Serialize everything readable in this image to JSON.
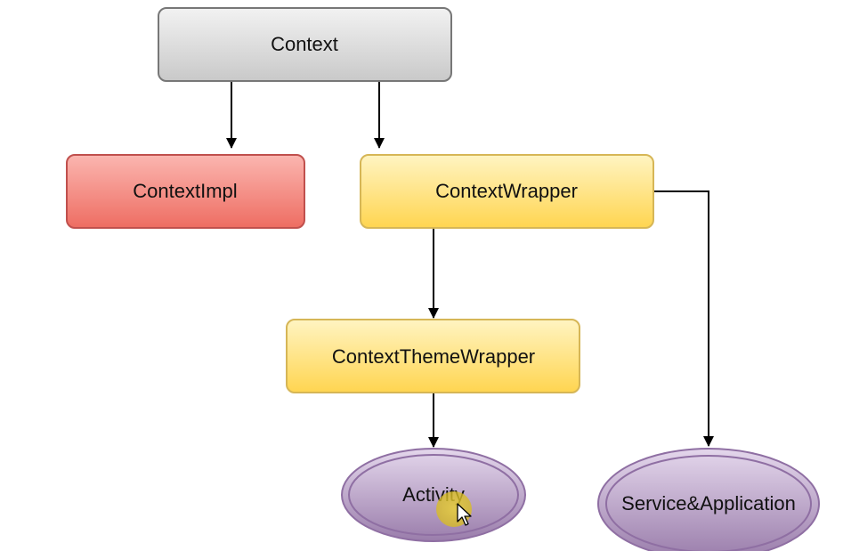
{
  "nodes": {
    "context": {
      "label": "Context",
      "fill_top": "#f2f2f2",
      "fill_bottom": "#c9c9c9",
      "stroke": "#777777"
    },
    "context_impl": {
      "label": "ContextImpl",
      "fill_top": "#fbb6b0",
      "fill_bottom": "#ee6d62",
      "stroke": "#c0504d"
    },
    "context_wrapper": {
      "label": "ContextWrapper",
      "fill_top": "#fff4c2",
      "fill_bottom": "#ffd550",
      "stroke": "#d6b656"
    },
    "context_theme_wrapper": {
      "label": "ContextThemeWrapper",
      "fill_top": "#fff4c2",
      "fill_bottom": "#ffd550",
      "stroke": "#d6b656"
    },
    "activity": {
      "label": "Activity",
      "fill_top": "#e4d7ec",
      "fill_bottom": "#9a7dab",
      "stroke": "#8f6fa3"
    },
    "service_application": {
      "label": "Service&Application",
      "fill_top": "#e4d7ec",
      "fill_bottom": "#9a7dab",
      "stroke": "#8f6fa3"
    }
  },
  "edges": [
    {
      "from": "Context",
      "to": "ContextImpl"
    },
    {
      "from": "Context",
      "to": "ContextWrapper"
    },
    {
      "from": "ContextWrapper",
      "to": "ContextThemeWrapper"
    },
    {
      "from": "ContextWrapper",
      "to": "Service&Application"
    },
    {
      "from": "ContextThemeWrapper",
      "to": "Activity"
    }
  ],
  "cursor": {
    "icon": "pointer-cursor-icon",
    "highlight_color": "#e8cf3a"
  }
}
